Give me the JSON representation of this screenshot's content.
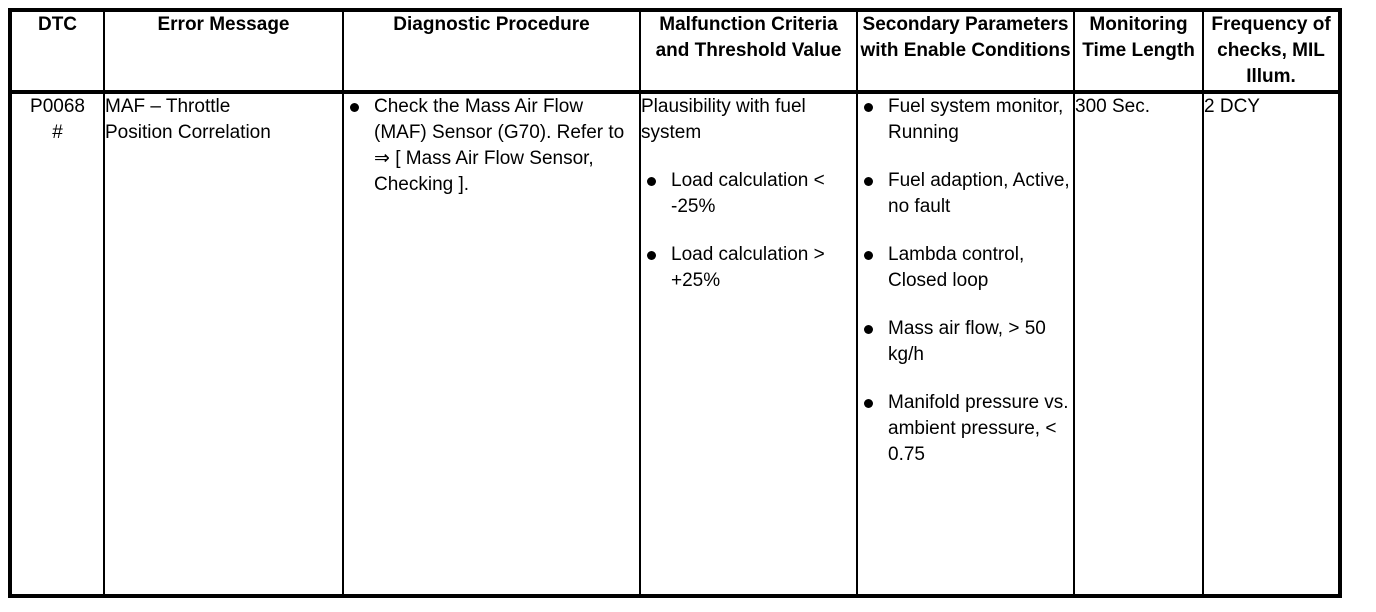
{
  "table": {
    "columns": [
      {
        "key": "dtc",
        "header_lines": [
          "DTC"
        ]
      },
      {
        "key": "error",
        "header_lines": [
          "Error Message"
        ]
      },
      {
        "key": "procedure",
        "header_lines": [
          "Diagnostic Procedure"
        ]
      },
      {
        "key": "criteria",
        "header_lines": [
          "Malfunction",
          "Criteria and",
          "Threshold Value"
        ]
      },
      {
        "key": "secondary",
        "header_lines": [
          "Secondary",
          "Parameters with",
          "Enable Conditions"
        ]
      },
      {
        "key": "time",
        "header_lines": [
          "Monitoring",
          "Time",
          "Length"
        ]
      },
      {
        "key": "frequency",
        "header_lines": [
          "Frequency",
          "of checks,",
          "MIL Illum."
        ]
      }
    ],
    "rows": [
      {
        "dtc": {
          "code": "P0068",
          "suffix": "#"
        },
        "error": {
          "lines": [
            "MAF – Throttle",
            "Position Correlation"
          ]
        },
        "procedure": {
          "bullets": [
            "Check the Mass Air Flow (MAF) Sensor (G70). Refer to ⇒ [ Mass Air Flow Sensor, Checking ]."
          ]
        },
        "criteria": {
          "intro": "Plausibility with fuel system",
          "bullets": [
            "Load calculation < -25%",
            "Load calculation > +25%"
          ]
        },
        "secondary": {
          "bullets": [
            "Fuel system monitor, Running",
            "Fuel adaption, Active, no fault",
            "Lambda control, Closed loop",
            "Mass air flow, > 50 kg/h",
            "Manifold pressure vs. ambient pressure, < 0.75"
          ]
        },
        "time": "300 Sec.",
        "frequency": "2 DCY"
      }
    ]
  },
  "colors": {
    "border": "#000000",
    "text": "#000000",
    "background": "#ffffff"
  }
}
